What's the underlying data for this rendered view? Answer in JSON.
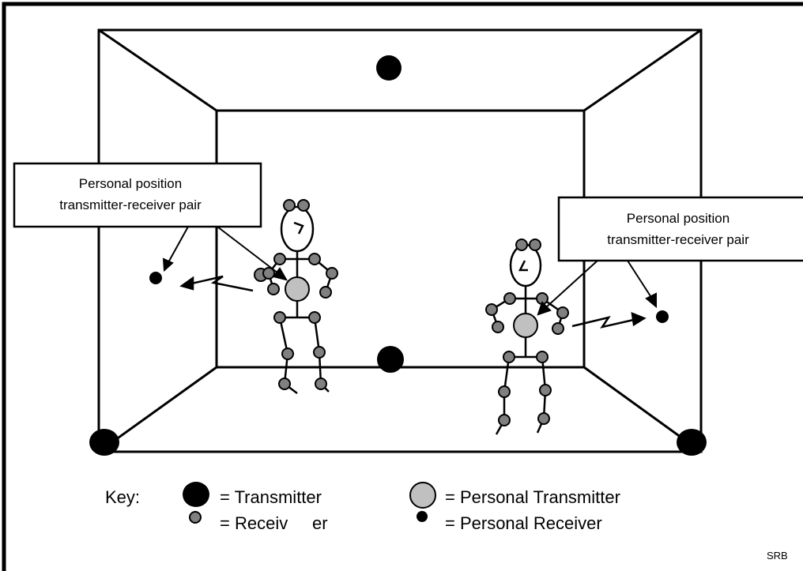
{
  "callouts": {
    "left": {
      "line1": "Personal position",
      "line2": "transmitter-receiver pair"
    },
    "right": {
      "line1": "Personal position",
      "line2": "transmitter-receiver pair"
    }
  },
  "key": {
    "title": "Key:",
    "transmitter": "= Transmitter",
    "receiver_part1": "= Receiv",
    "receiver_part2": "er",
    "personal_transmitter": "= Personal Transmitter",
    "personal_receiver": "= Personal Receiver"
  },
  "initials": "SRB",
  "colors": {
    "transmitter": "#000000",
    "receiver": "#808080",
    "personal_transmitter": "#c0c0c0",
    "personal_receiver": "#000000",
    "stroke": "#000000"
  }
}
